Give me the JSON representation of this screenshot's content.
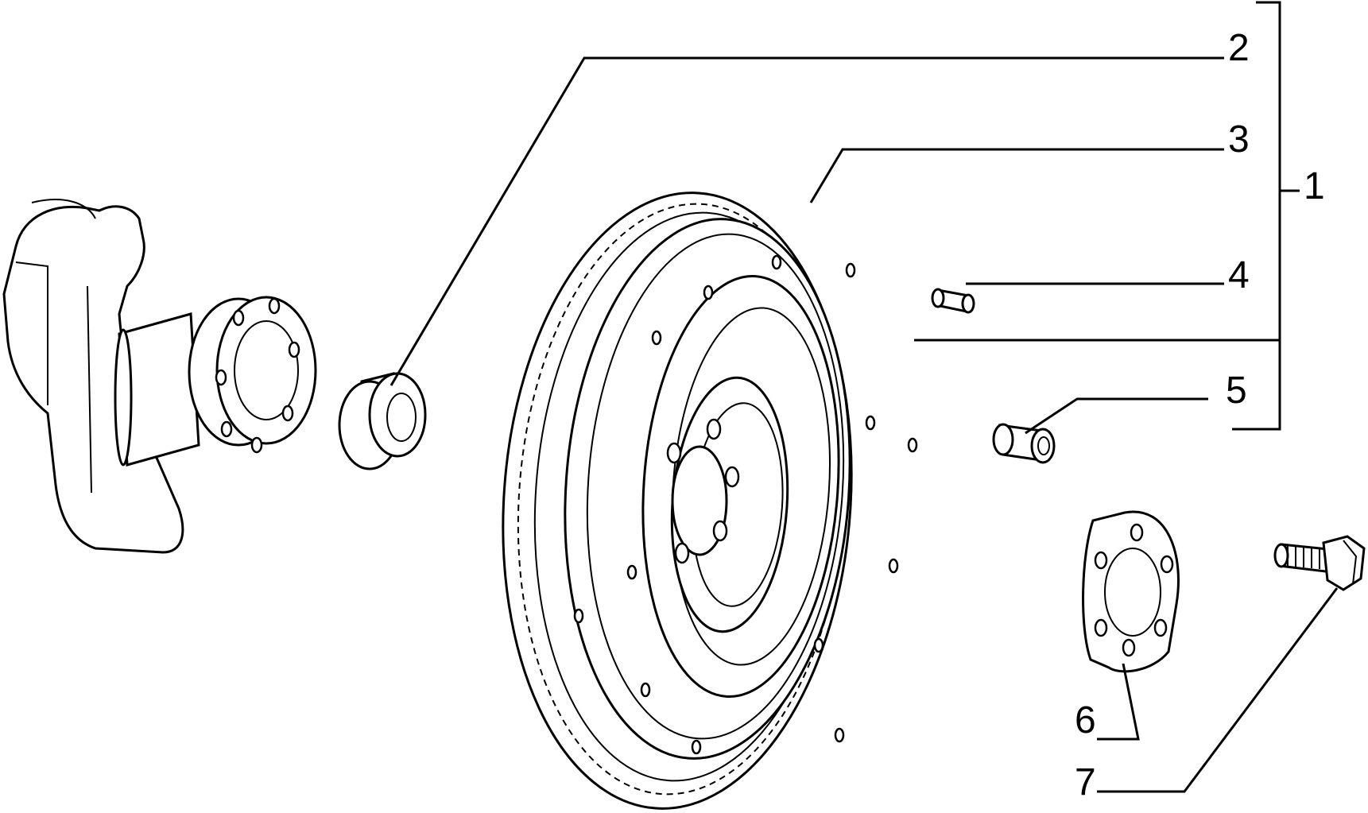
{
  "callouts": [
    {
      "id": "1",
      "label": "1",
      "part": "flywheel-assembly-group"
    },
    {
      "id": "2",
      "label": "2",
      "part": "pilot-bushing"
    },
    {
      "id": "3",
      "label": "3",
      "part": "flywheel"
    },
    {
      "id": "4",
      "label": "4",
      "part": "dowel-pin"
    },
    {
      "id": "5",
      "label": "5",
      "part": "bushing"
    },
    {
      "id": "6",
      "label": "6",
      "part": "reinforcement-plate"
    },
    {
      "id": "7",
      "label": "7",
      "part": "flywheel-bolt"
    }
  ],
  "colors": {
    "line": "#000000",
    "background": "#ffffff"
  }
}
